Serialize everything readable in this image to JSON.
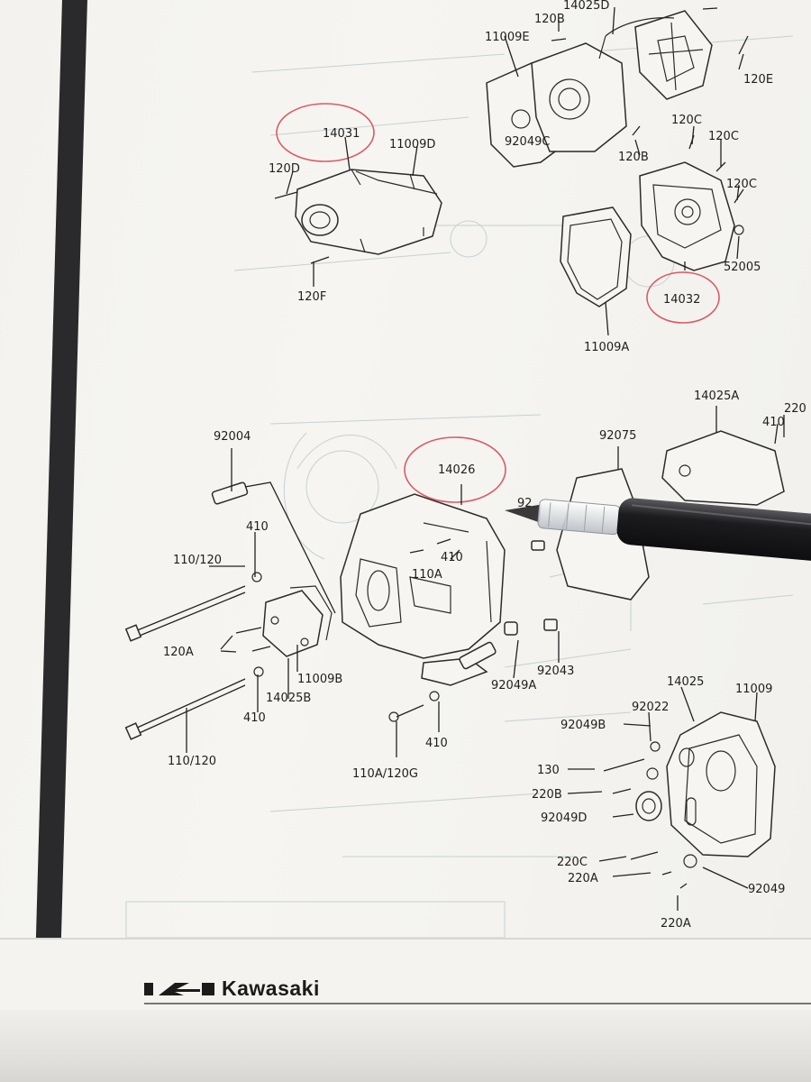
{
  "footer": {
    "brand": "Kawasaki"
  },
  "callouts": {
    "c14025d": "14025D",
    "c120b_top": "120B",
    "c11009e": "11009E",
    "c120e": "120E",
    "c14031": "14031",
    "c11009d": "11009D",
    "c120d": "120D",
    "c92049c": "92049C",
    "c120b_mid": "120B",
    "c120c_a": "120C",
    "c120c_b": "120C",
    "c120c_c": "120C",
    "c52005": "52005",
    "c14032": "14032",
    "c120f": "120F",
    "c11009a": "11009A",
    "c14025a": "14025A",
    "c220": "220",
    "c410_tr": "410",
    "c92004": "92004",
    "c92075": "92075",
    "c14026": "14026",
    "c92_partial": "92",
    "c410_a": "410",
    "c110_120_top": "110/120",
    "c410_b": "410",
    "c110a": "110A",
    "c120a": "120A",
    "c11009b": "11009B",
    "c14025b": "14025B",
    "c410_c": "410",
    "c92049a": "92049A",
    "c92043": "92043",
    "c14025": "14025",
    "c11009": "11009",
    "c92022": "92022",
    "c92049b": "92049B",
    "c410_d": "410",
    "c110_120_bottom": "110/120",
    "c110a_120g": "110A/120G",
    "c130": "130",
    "c220b": "220B",
    "c92049d": "92049D",
    "c220c": "220C",
    "c220a_a": "220A",
    "c92049": "92049",
    "c220a_b": "220A"
  }
}
